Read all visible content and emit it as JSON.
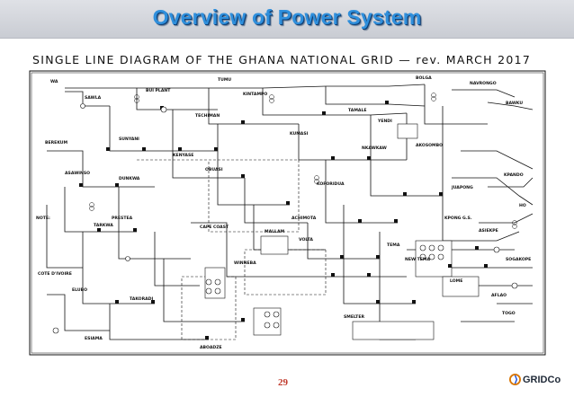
{
  "slide": {
    "title": "Overview of Power System",
    "page_number": "29",
    "logo_text": "GRIDCo",
    "colors": {
      "title": "#2f8fdc",
      "page_number": "#c0392b",
      "header_band": "#d6d8de"
    }
  },
  "diagram": {
    "title": "SINGLE LINE DIAGRAM OF THE GHANA NATIONAL GRID — rev. MARCH 2017",
    "stations": {
      "tumu": "TUMU",
      "kintampo": "KINTAMPO",
      "bolga": "BOLGA",
      "navrongo": "NAVRONGO",
      "tamale": "TAMALE",
      "yendi": "YENDI",
      "bawku": "BAWKU",
      "sawla": "SAWLA",
      "wa": "WA",
      "bui": "BUI PLANT",
      "techiman": "TECHIMAN",
      "sunyani": "SUNYANI",
      "berekum": "BEREKUM",
      "kumasi": "KUMASI",
      "nkawkaw": "NKAWKAW",
      "akosombo": "AKOSOMBO",
      "kpong": "KPONG G.S.",
      "volta": "VOLTA",
      "tema": "TEMA",
      "new_tema": "NEW TEMA",
      "winneba": "WINNEBA",
      "takoradi": "TAKORADI",
      "aboadze": "ABOADZE",
      "tarkwa": "TARKWA",
      "prestea": "PRESTEA",
      "obuasi": "OBUASI",
      "dunkwa": "DUNKWA",
      "asawinso": "ASAWINSO",
      "kenyase": "KENYASE",
      "cape_coast": "CAPE COAST",
      "mallam": "MALLAM",
      "achimota": "ACHIMOTA",
      "smelter": "SMELTER",
      "koforidua": "KOFORIDUA",
      "asiekpe": "ASIEKPE",
      "sogakope": "SOGAKOPE",
      "lome": "LOME",
      "togo": "TOGO",
      "cote_divoire": "COTE D'IVOIRE",
      "elubo": "ELUBO",
      "esiama": "ESIAMA",
      "juapong": "JUAPONG",
      "ho": "HO",
      "kpando": "KPANDO",
      "aflao": "AFLAO"
    },
    "notes": "NOTE:"
  }
}
